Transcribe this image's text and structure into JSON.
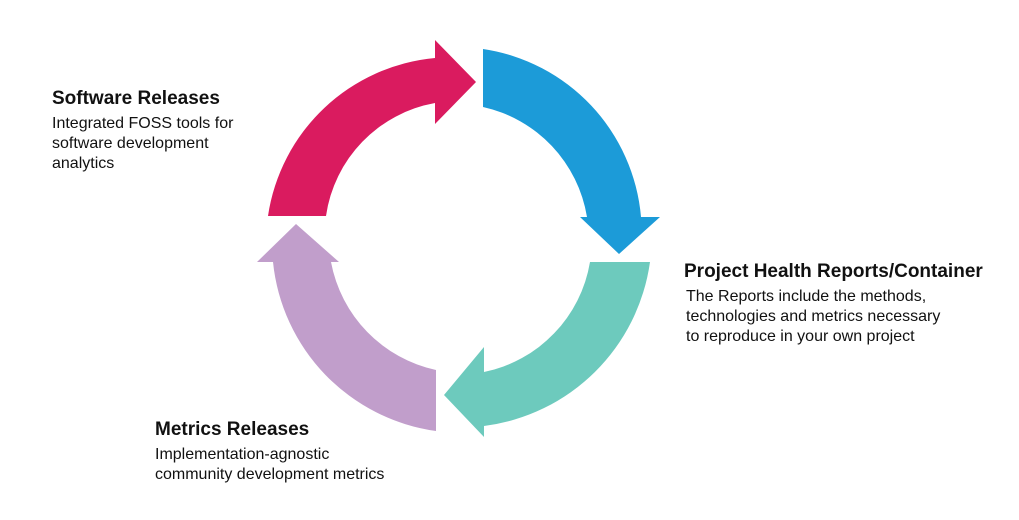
{
  "diagram": {
    "arrows": [
      {
        "key": "software",
        "color": "#DA1B5F"
      },
      {
        "key": "project",
        "color": "#1C9BD8"
      },
      {
        "key": "health",
        "color": "#6DCABD"
      },
      {
        "key": "metrics",
        "color": "#C19ECB"
      }
    ]
  },
  "software_releases": {
    "title": "Software Releases",
    "lines": [
      "Integrated FOSS tools for",
      "software development",
      "analytics"
    ]
  },
  "project_health": {
    "title": "Project Health Reports/Container",
    "lines": [
      "The Reports include the methods,",
      "technologies and metrics necessary",
      "to reproduce in your own project"
    ]
  },
  "metrics_releases": {
    "title": "Metrics Releases",
    "lines": [
      "Implementation-agnostic",
      "community development metrics"
    ]
  }
}
